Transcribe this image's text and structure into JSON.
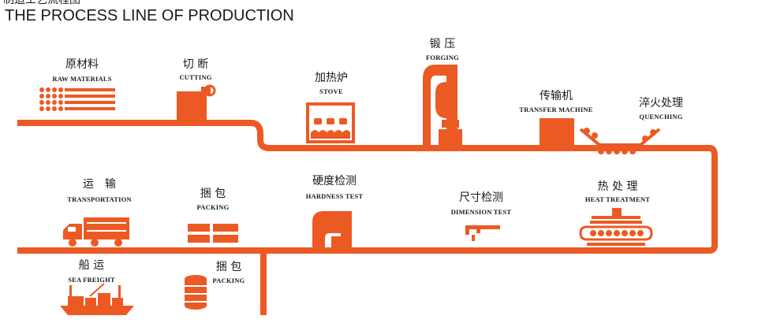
{
  "header": {
    "title_zh": "制造工艺流程图",
    "title_en": "THE PROCESS LINE OF PRODUCTION"
  },
  "colors": {
    "accent": "#ec5a24",
    "text": "#1a1a1a",
    "background": "#ffffff"
  },
  "steps": {
    "raw_materials": {
      "zh": "原材料",
      "en": "RAW MATERIALS"
    },
    "cutting": {
      "zh": "切 断",
      "en": "CUTTING"
    },
    "stove": {
      "zh": "加热炉",
      "en": "STOVE"
    },
    "forging": {
      "zh": "锻 压",
      "en": "FORGING"
    },
    "transfer_machine": {
      "zh": "传输机",
      "en": "TRANSFER MACHINE"
    },
    "quenching": {
      "zh": "淬火处理",
      "en": "QUENCHING"
    },
    "heat_treatment": {
      "zh": "热 处 理",
      "en": "HEAT TREATMENT"
    },
    "dimension_test": {
      "zh": "尺寸检测",
      "en": "DIMENSION TEST"
    },
    "hardness_test": {
      "zh": "硬度检测",
      "en": "HARDNESS TEST"
    },
    "packing": {
      "zh": "捆 包",
      "en": "PACKING"
    },
    "transportation": {
      "zh": "运　输",
      "en": "TRANSPORTATION"
    },
    "packing_2": {
      "zh": "捆 包",
      "en": "PACKING"
    },
    "sea_freight": {
      "zh": "船 运",
      "en": "SEA FREIGHT"
    }
  }
}
